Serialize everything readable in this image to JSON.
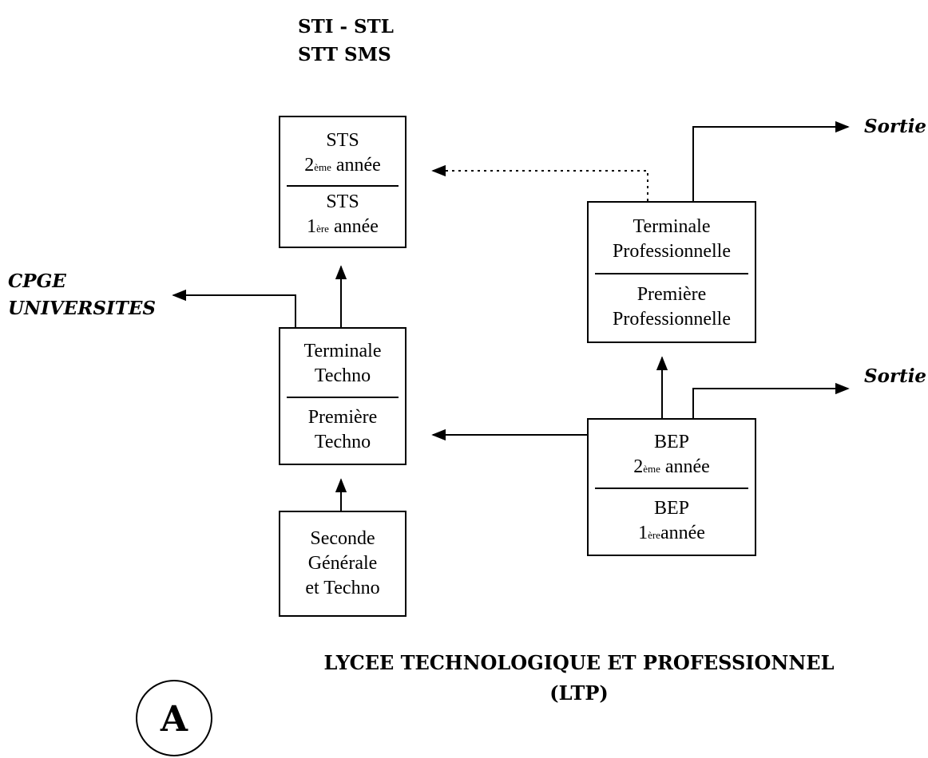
{
  "header": {
    "line1": "STI - STL",
    "line2": "STT SMS"
  },
  "boxes": {
    "sts": {
      "top": {
        "title": "STS",
        "num": "2",
        "sup": "ème",
        "rest": " année"
      },
      "bottom": {
        "title": "STS",
        "num": "1",
        "sup": "ère",
        "rest": " année"
      }
    },
    "techno": {
      "top": [
        "Terminale",
        "Techno"
      ],
      "bottom": [
        "Première",
        "Techno"
      ]
    },
    "seconde": [
      "Seconde",
      "Générale",
      "et Techno"
    ],
    "pro": {
      "top": [
        "Terminale",
        "Professionnelle"
      ],
      "bottom": [
        "Première",
        "Professionnelle"
      ]
    },
    "bep": {
      "top": {
        "title": "BEP",
        "num": "2",
        "sup": "ème",
        "rest": " année"
      },
      "bottom": {
        "title": "BEP",
        "num": "1",
        "sup": "ère",
        "rest": "année"
      }
    }
  },
  "outputs": {
    "cpge": [
      "CPGE",
      "UNIVERSITES"
    ],
    "sortie_top": "Sortie",
    "sortie_mid": "Sortie"
  },
  "footer": {
    "line1": "LYCEE TECHNOLOGIQUE ET PROFESSIONNEL",
    "line2": "(LTP)",
    "badge": "A"
  }
}
